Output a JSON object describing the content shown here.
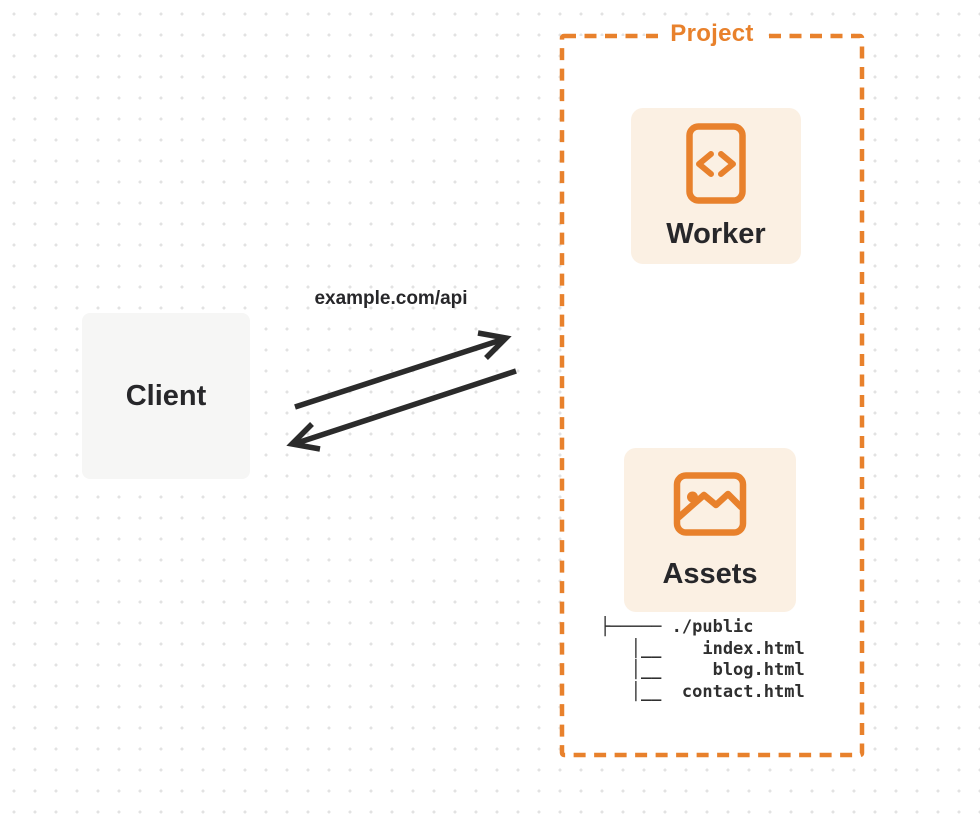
{
  "colors": {
    "accent_orange": "#E8812C",
    "card_cream": "#FBF0E3",
    "client_gray": "#F6F6F5",
    "ink": "#27272A",
    "arrow_dark": "#2B2B2B",
    "dot_gray": "#E2E2E2"
  },
  "icons": {
    "worker": "code-file-icon",
    "assets": "image-icon"
  },
  "diagram": {
    "client": {
      "label": "Client"
    },
    "request_label": "example.com/api",
    "project": {
      "label": "Project",
      "worker": {
        "label": "Worker"
      },
      "assets": {
        "label": "Assets"
      },
      "file_tree": {
        "lines": [
          "├───── ./public",
          "   │__    index.html",
          "   │__     blog.html",
          "   │__  contact.html"
        ]
      }
    }
  }
}
